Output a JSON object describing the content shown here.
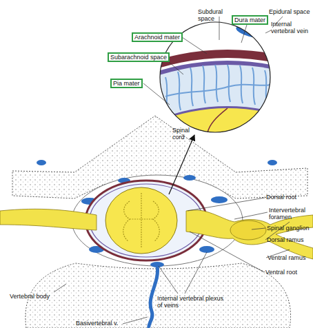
{
  "diagram": {
    "nodes": [
      {
        "text": [
          "Dura mater"
        ]
      },
      {
        "text": [
          "Arachnoid mater"
        ]
      },
      {
        "text": [
          "Subarachnoid space"
        ]
      },
      {
        "text": [
          "Pia mater"
        ]
      }
    ],
    "labels": [
      "Subdural space",
      "Epidural space",
      "Internal vertebral vein",
      "Spinal cord",
      "Dorsal root",
      "Intervertebral foramen",
      "Spinal ganglion",
      "Dorsal ramus",
      "Ventral ramus",
      "Ventral root",
      "Vertebral body",
      "Internal vertebral plexus of veins",
      "Basivertebral v."
    ]
  }
}
